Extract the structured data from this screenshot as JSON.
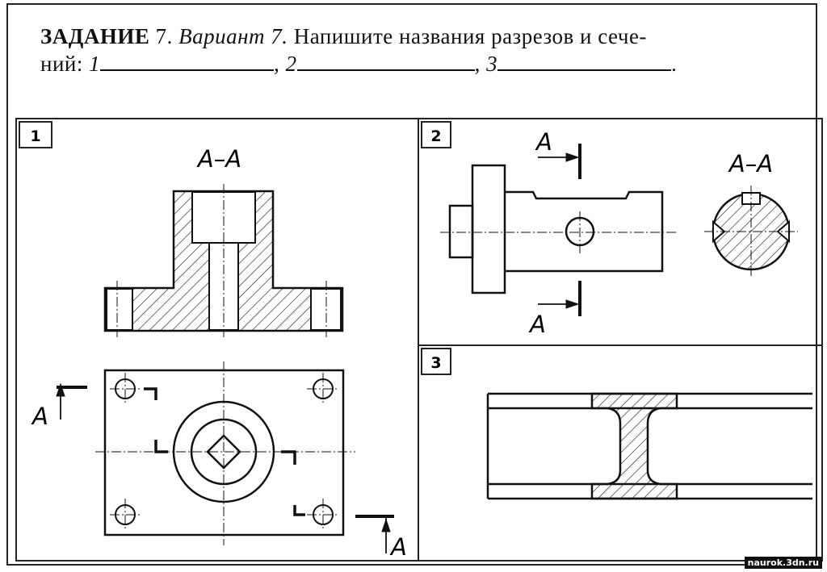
{
  "task": {
    "title_bold": "ЗАДАНИЕ",
    "number": "7.",
    "variant": "Вариант 7.",
    "text": "Напишите названия разрезов и сече-",
    "line2_start": "ний:",
    "blank1_label": "1",
    "sep1": ",",
    "blank2_label": "2",
    "sep2": ",",
    "blank3_label": "3",
    "end": "."
  },
  "panels": {
    "p1": {
      "number": "1",
      "section_title": "А–А",
      "cut_label_left": "А",
      "cut_label_right": "А"
    },
    "p2": {
      "number": "2",
      "section_title": "А–А",
      "cut_label_top": "А",
      "cut_label_bottom": "А"
    },
    "p3": {
      "number": "3"
    }
  },
  "watermark": "naurok.3dn.ru"
}
